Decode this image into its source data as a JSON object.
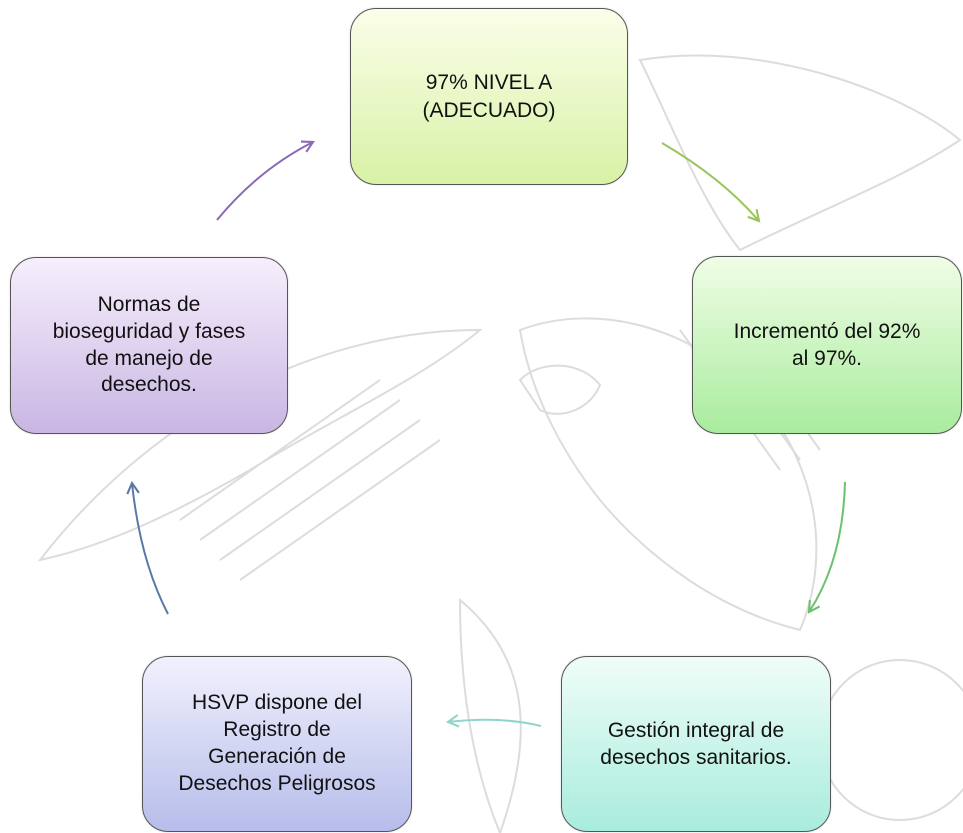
{
  "diagram": {
    "nodes": {
      "top": "97% NIVEL A\n(ADECUADO)",
      "right": "Incrementó del 92%\nal 97%.",
      "bottom_right": "Gestión integral de\ndesechos sanitarios.",
      "bottom_left": "HSVP dispone del\nRegistro de\nGeneración de\nDesechos Peligrosos",
      "left": "Normas de\nbioseguridad y fases\nde manejo de\ndesechos."
    },
    "colors": {
      "arrow_top_right": "#9bc45a",
      "arrow_right_bottom": "#6cc06e",
      "arrow_bottom": "#8fd5cc",
      "arrow_bottom_left": "#5b78a8",
      "arrow_left_top": "#8a6ab5",
      "watermark": "#d9d9d9"
    }
  }
}
